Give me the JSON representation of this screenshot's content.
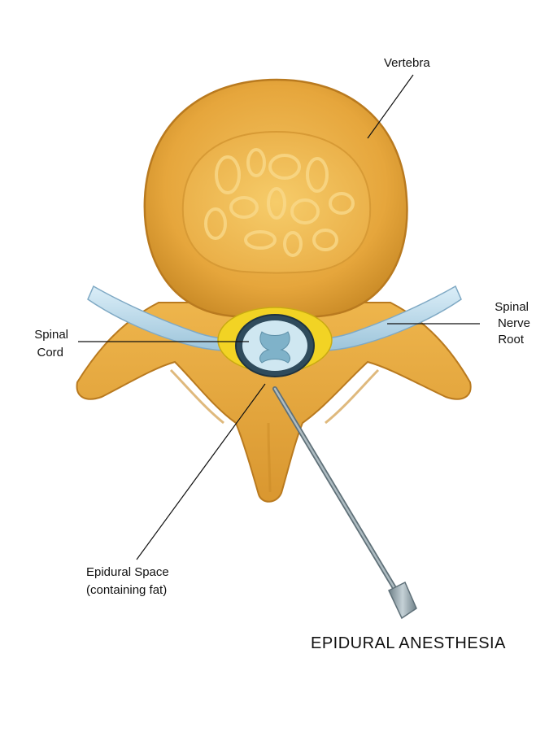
{
  "labels": {
    "vertebra": "Vertebra",
    "spinal_cord_line1": "Spinal",
    "spinal_cord_line2": "Cord",
    "nerve_root_line1": "Spinal",
    "nerve_root_line2": "Nerve",
    "nerve_root_line3": "Root",
    "epidural_line1": "Epidural Space",
    "epidural_line2": "(containing fat)"
  },
  "title": "EPIDURAL ANESTHESIA",
  "colors": {
    "bone": "#e6a63c",
    "bone_dark": "#b97a1f",
    "bone_light": "#f3c463",
    "fat": "#f2d324",
    "nerve": "#b8dbee",
    "nerve_dark": "#7fa9c4",
    "cord": "#7fb2c9",
    "needle": "#8a9ba3"
  },
  "icons": {
    "vertebra": "vertebra-illustration",
    "needle": "epidural-needle"
  }
}
